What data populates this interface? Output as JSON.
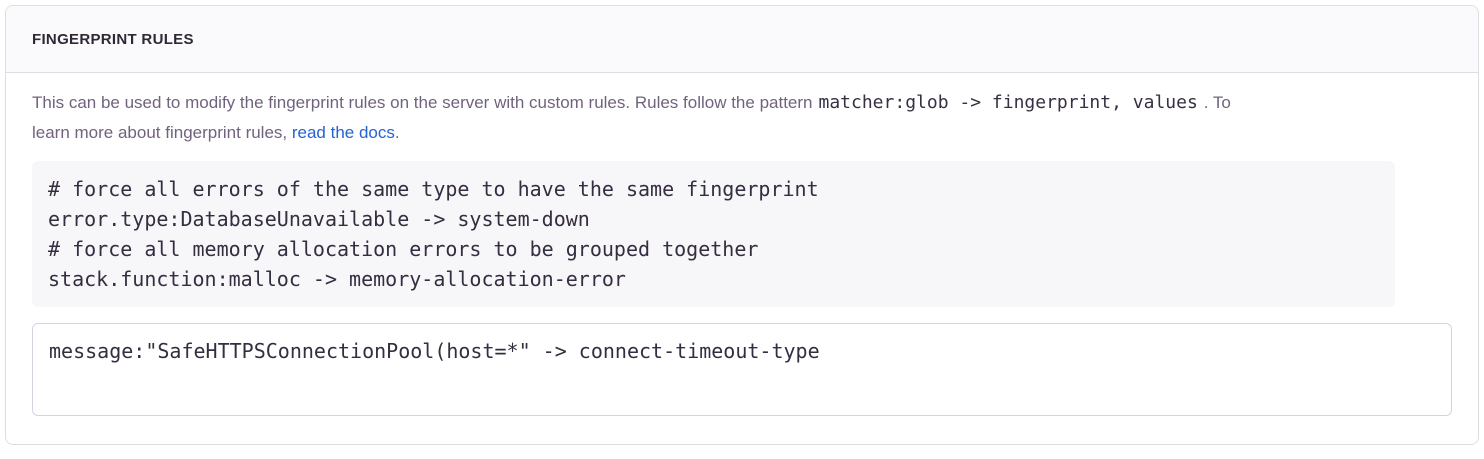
{
  "panel": {
    "header": {
      "title": "FINGERPRINT RULES"
    },
    "description": {
      "line1_text": "This can be used to modify the fingerprint rules on the server with custom rules. Rules follow the pattern",
      "inline_code": "matcher:glob -> fingerprint, values",
      "line1_after": ". To",
      "line2_text": "learn more about fingerprint rules, ",
      "link_label": "read the docs",
      "line2_after": "."
    },
    "example_code": {
      "lines": [
        "# force all errors of the same type to have the same fingerprint",
        "error.type:DatabaseUnavailable -> system-down",
        "# force all memory allocation errors to be grouped together",
        "stack.function:malloc -> memory-allocation-error"
      ]
    },
    "rules_input": {
      "value": "message:\"SafeHTTPSConnectionPool(host=*\" -> connect-timeout-type"
    },
    "colors": {
      "link": "#2562d4",
      "header_text": "#2f2936",
      "body_text": "#71637e",
      "code_block_bg": "#f7f6f9",
      "panel_border": "#e0dce4",
      "textarea_border": "#d8d2e0"
    }
  }
}
